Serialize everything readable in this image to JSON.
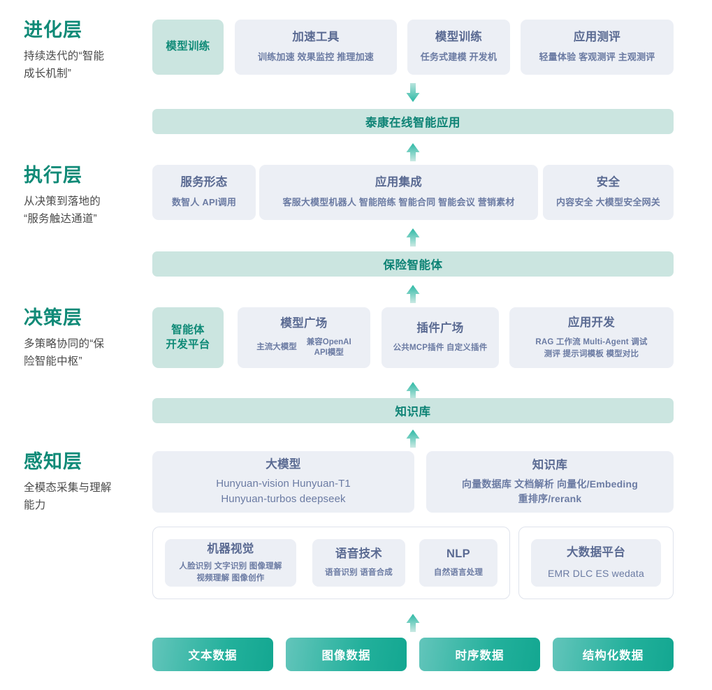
{
  "layers": [
    {
      "title": "进化层",
      "desc": "持续迭代的“智能\n成长机制”"
    },
    {
      "title": "执行层",
      "desc": "从决策到落地的\n“服务触达通道”"
    },
    {
      "title": "决策层",
      "desc": "多策略协同的“保\n险智能中枢”"
    },
    {
      "title": "感知层",
      "desc": "全模态采集与理解\n能力"
    }
  ],
  "evolution_row": {
    "highlight": {
      "title": "模型训练"
    },
    "cards": [
      {
        "title": "加速工具",
        "sub": "训练加速 效果监控 推理加速"
      },
      {
        "title": "模型训练",
        "sub": "任务式建模 开发机"
      },
      {
        "title": "应用测评",
        "sub": "轻量体验 客观测评 主观测评"
      }
    ]
  },
  "banner_application": "泰康在线智能应用",
  "execution_row": {
    "cards": [
      {
        "title": "服务形态",
        "sub": "数智人  API调用"
      },
      {
        "title": "应用集成",
        "sub": "客服大模型机器人 智能陪练 智能合同 智能会议 营销素材"
      },
      {
        "title": "安全",
        "sub": "内容安全 大模型安全网关"
      }
    ]
  },
  "banner_agent": "保险智能体",
  "decision_row": {
    "highlight": {
      "title": "智能体\n开发平台"
    },
    "cards": [
      {
        "title": "模型广场",
        "col1": "主流大模型",
        "col2": "兼容OpenAI\nAPI模型"
      },
      {
        "title": "插件广场",
        "sub": "公共MCP插件 自定义插件"
      },
      {
        "title": "应用开发",
        "sub": "RAG 工作流 Multi-Agent 调试\n测评 提示词模板 模型对比"
      }
    ]
  },
  "banner_knowledge": "知识库",
  "perception_row": {
    "top_cards": [
      {
        "title": "大模型",
        "sub": "Hunyuan-vision Hunyuan-T1\nHunyuan-turbos deepseek"
      },
      {
        "title": "知识库",
        "sub": "向量数据库 文档解析 向量化/Embeding\n重排序/rerank"
      }
    ],
    "group_left": [
      {
        "title": "机器视觉",
        "sub": "人脸识别 文字识别 图像理解\n视频理解 图像创作"
      },
      {
        "title": "语音技术",
        "sub": "语音识别 语音合成"
      },
      {
        "title": "NLP",
        "sub": "自然语言处理"
      }
    ],
    "group_right": [
      {
        "title": "大数据平台",
        "sub": "EMR DLC ES wedata"
      }
    ]
  },
  "data_chips": [
    "文本数据",
    "图像数据",
    "时序数据",
    "结构化数据"
  ],
  "icons": {
    "arrow_down": "arrow-down-icon",
    "arrow_up": "arrow-up-icon"
  },
  "colors": {
    "accent_teal": "#0f8a77",
    "card_bg": "#eceff5",
    "teal_bg": "#cbe5e0",
    "card_text": "#5a6a92"
  }
}
